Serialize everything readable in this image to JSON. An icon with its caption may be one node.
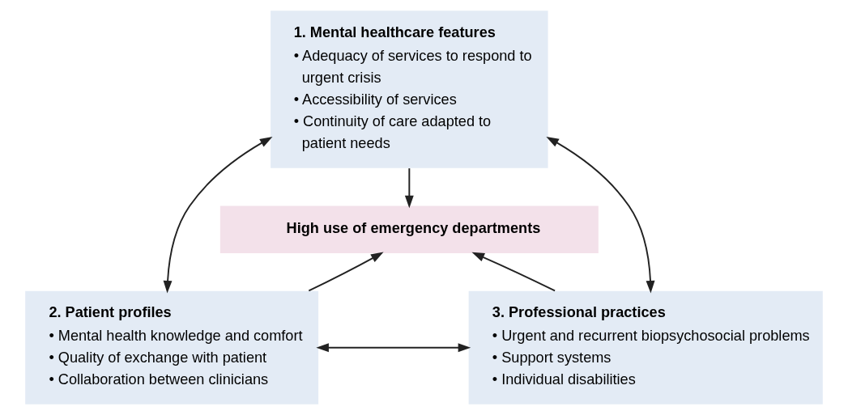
{
  "diagram": {
    "nodes": [
      {
        "text": [
          "1. Mental healthcare features",
          "• Adequacy of services to respond to urgent crisis",
          "• Accessibility of services",
          "• Continuity of care adapted to patient needs"
        ]
      },
      {
        "text": [
          "High use of emergency departments"
        ]
      },
      {
        "text": [
          "2. Patient profiles",
          "• Mental health knowledge and comfort",
          "• Quality of exchange with patient",
          "• Collaboration between clinicians"
        ]
      },
      {
        "text": [
          "3. Professional practices",
          "• Urgent and recurrent biopsychosocial problems",
          "• Support systems",
          "• Individual disabilities"
        ]
      }
    ],
    "edges": [
      {
        "from": 0,
        "to": 1,
        "arrow": "to"
      },
      {
        "from": 0,
        "to": 2,
        "arrow": "both"
      },
      {
        "from": 0,
        "to": 3,
        "arrow": "both"
      },
      {
        "from": 2,
        "to": 1,
        "arrow": "to"
      },
      {
        "from": 3,
        "to": 1,
        "arrow": "to"
      },
      {
        "from": 2,
        "to": 3,
        "arrow": "both"
      }
    ]
  }
}
